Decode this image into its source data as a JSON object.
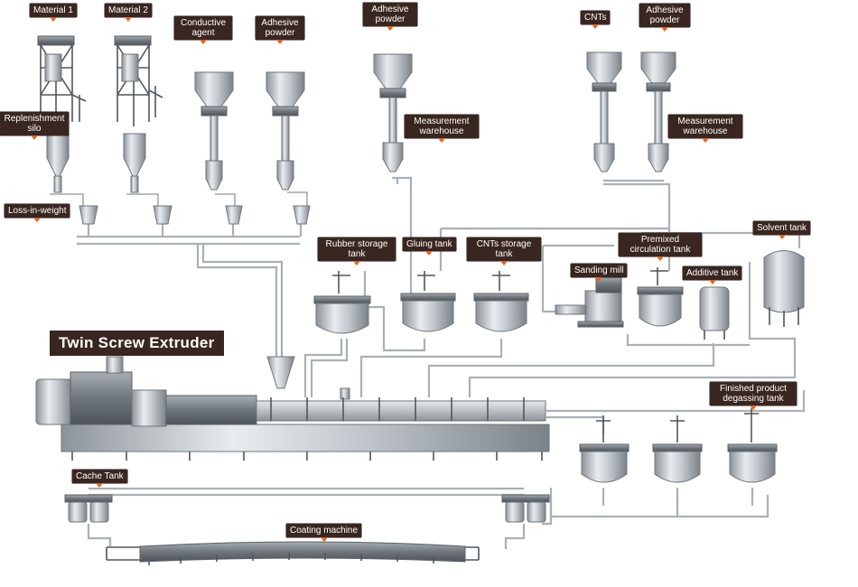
{
  "labels": {
    "material_1": "Material 1",
    "material_2": "Material 2",
    "conductive_agent": "Conductive agent",
    "adhesive_powder_1": "Adhesive powder",
    "adhesive_powder_2": "Adhesive powder",
    "adhesive_powder_3": "Adhesive powder",
    "cnts": "CNTs",
    "replenishment_silo": "Replenishment silo",
    "measurement_warehouse_1": "Measurement warehouse",
    "measurement_warehouse_2": "Measurement warehouse",
    "loss_in_weight": "Loss-in-weight",
    "rubber_storage_tank": "Rubber storage tank",
    "gluing_tank": "Gluing tank",
    "cnts_storage_tank": "CNTs storage tank",
    "premixed_circulation_tank": "Premixed circulation tank",
    "sanding_mill": "Sanding mill",
    "solvent_tank": "Solvent tank",
    "additive_tank": "Additive tank",
    "twin_screw_extruder": "Twin Screw Extruder",
    "finished_product_degassing_tank": "Finished product degassing tank",
    "cache_tank": "Cache Tank",
    "coating_machine": "Coating machine"
  },
  "colors": {
    "label_bg": "#3a2620",
    "label_pointer": "#e2661f",
    "pipe": "#a9b0b6",
    "equipment": "#b7bdc2"
  }
}
